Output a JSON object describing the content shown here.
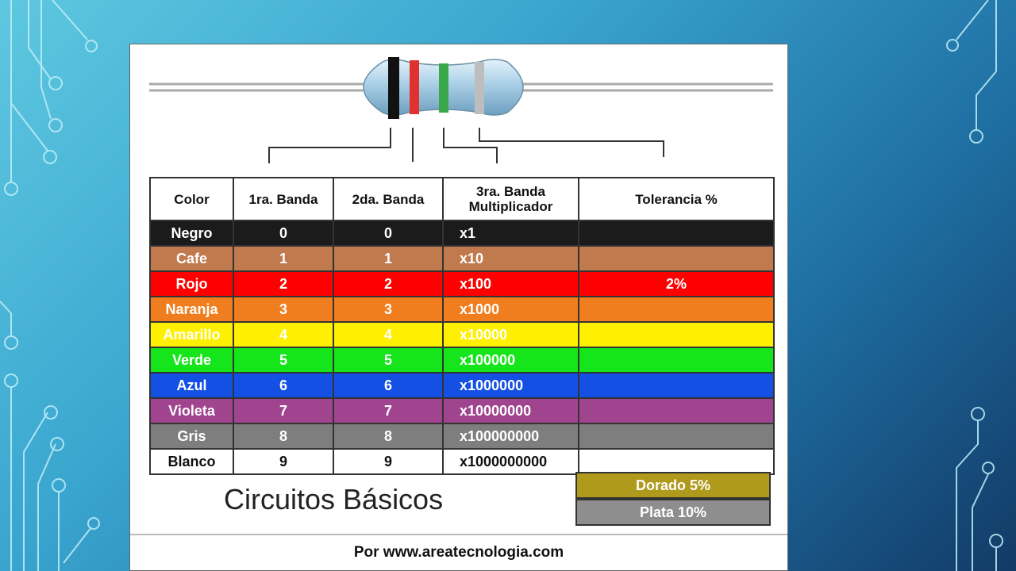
{
  "headers": [
    "Color",
    "1ra. Banda",
    "2da. Banda",
    "3ra. Banda\nMultiplicador",
    "Tolerancia %"
  ],
  "rows": [
    {
      "name": "Negro",
      "b1": "0",
      "b2": "0",
      "mult": "x1",
      "tol": "",
      "bg": "#1b1b1b",
      "fg": "#ffffff"
    },
    {
      "name": "Cafe",
      "b1": "1",
      "b2": "1",
      "mult": "x10",
      "tol": "",
      "bg": "#c07a4d",
      "fg": "#ffffff"
    },
    {
      "name": "Rojo",
      "b1": "2",
      "b2": "2",
      "mult": "x100",
      "tol": "2%",
      "bg": "#ff0000",
      "fg": "#ffffff"
    },
    {
      "name": "Naranja",
      "b1": "3",
      "b2": "3",
      "mult": "x1000",
      "tol": "",
      "bg": "#f07e1e",
      "fg": "#ffffff"
    },
    {
      "name": "Amarillo",
      "b1": "4",
      "b2": "4",
      "mult": "x10000",
      "tol": "",
      "bg": "#ffef00",
      "fg": "#ffffff"
    },
    {
      "name": "Verde",
      "b1": "5",
      "b2": "5",
      "mult": "x100000",
      "tol": "",
      "bg": "#17e51b",
      "fg": "#ffffff"
    },
    {
      "name": "Azul",
      "b1": "6",
      "b2": "6",
      "mult": "x1000000",
      "tol": "",
      "bg": "#1350e3",
      "fg": "#ffffff"
    },
    {
      "name": "Violeta",
      "b1": "7",
      "b2": "7",
      "mult": "x10000000",
      "tol": "",
      "bg": "#a0448f",
      "fg": "#ffffff"
    },
    {
      "name": "Gris",
      "b1": "8",
      "b2": "8",
      "mult": "x100000000",
      "tol": "",
      "bg": "#7e7e7e",
      "fg": "#ffffff"
    },
    {
      "name": "Blanco",
      "b1": "9",
      "b2": "9",
      "mult": "x1000000000",
      "tol": "",
      "bg": "#ffffff",
      "fg": "#111111"
    }
  ],
  "extra_tolerances": [
    {
      "label": "Dorado  5%",
      "bg": "#b09a1c"
    },
    {
      "label": "Plata  10%",
      "bg": "#8e8e8e"
    }
  ],
  "footer_title": "Circuitos Básicos",
  "source": "Por www.areatecnologia.com",
  "resistor_bands": [
    "#111111",
    "#e03030",
    "#3aa84a",
    "#bdbdbd"
  ]
}
